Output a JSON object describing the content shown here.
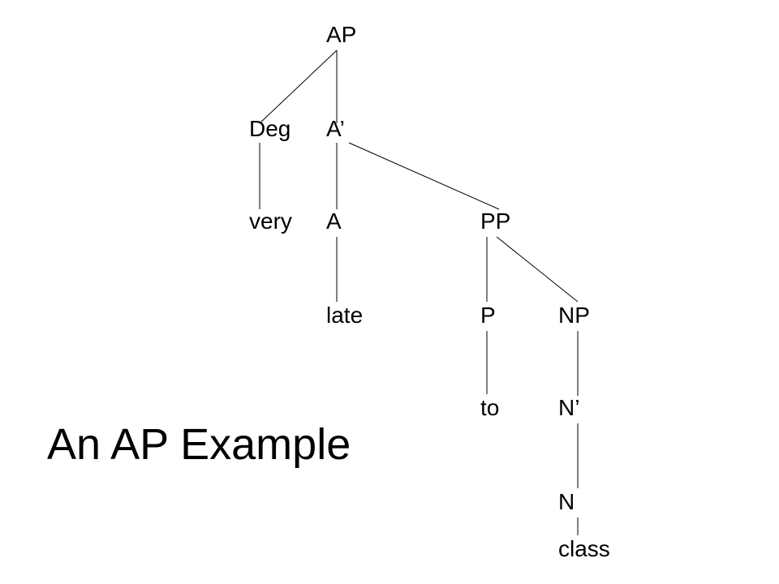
{
  "title": "An AP Example",
  "tree": {
    "nodes": [
      {
        "id": "AP",
        "label": "AP"
      },
      {
        "id": "Deg",
        "label": "Deg"
      },
      {
        "id": "A1",
        "label": "A’"
      },
      {
        "id": "very",
        "label": "very"
      },
      {
        "id": "A",
        "label": "A"
      },
      {
        "id": "PP",
        "label": "PP"
      },
      {
        "id": "late",
        "label": "late"
      },
      {
        "id": "P",
        "label": "P"
      },
      {
        "id": "NP",
        "label": "NP"
      },
      {
        "id": "to",
        "label": "to"
      },
      {
        "id": "N1",
        "label": "N’"
      },
      {
        "id": "N",
        "label": "N"
      },
      {
        "id": "class",
        "label": "class"
      }
    ],
    "edges": [
      [
        "AP",
        "Deg"
      ],
      [
        "AP",
        "A1"
      ],
      [
        "Deg",
        "very"
      ],
      [
        "A1",
        "A"
      ],
      [
        "A1",
        "PP"
      ],
      [
        "A",
        "late"
      ],
      [
        "PP",
        "P"
      ],
      [
        "PP",
        "NP"
      ],
      [
        "P",
        "to"
      ],
      [
        "NP",
        "N1"
      ],
      [
        "N1",
        "N"
      ],
      [
        "N",
        "class"
      ]
    ]
  },
  "colors": {
    "text": "#000000",
    "line": "#000000",
    "background": "#ffffff"
  }
}
